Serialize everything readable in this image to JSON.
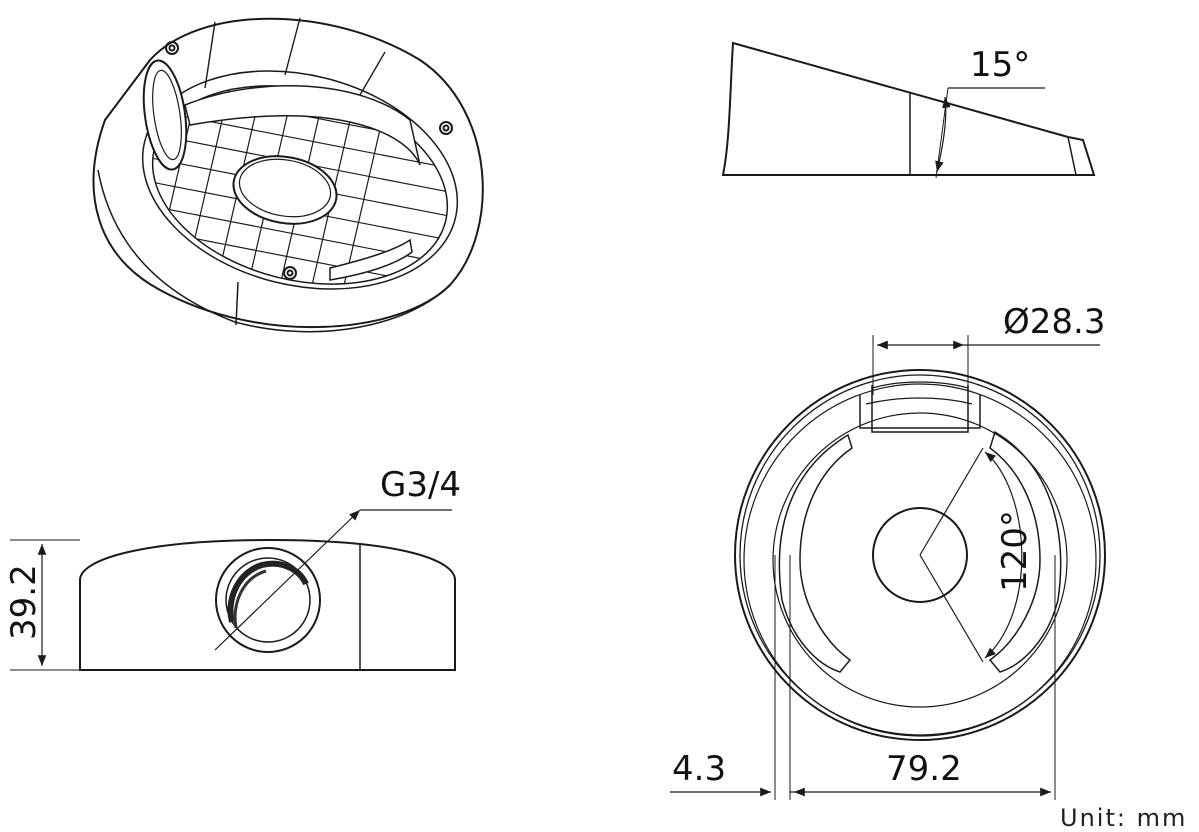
{
  "diagram": {
    "angle_label": "15°",
    "diameter_label": "Ø28.3",
    "thread_label": "G3/4",
    "height_label": "39.2",
    "rotation_label": "120°",
    "offset_label": "4.3",
    "width_label": "79.2",
    "unit_label": "Unit:  mm"
  },
  "colors": {
    "line": "#1a1a1a",
    "background": "#ffffff"
  }
}
